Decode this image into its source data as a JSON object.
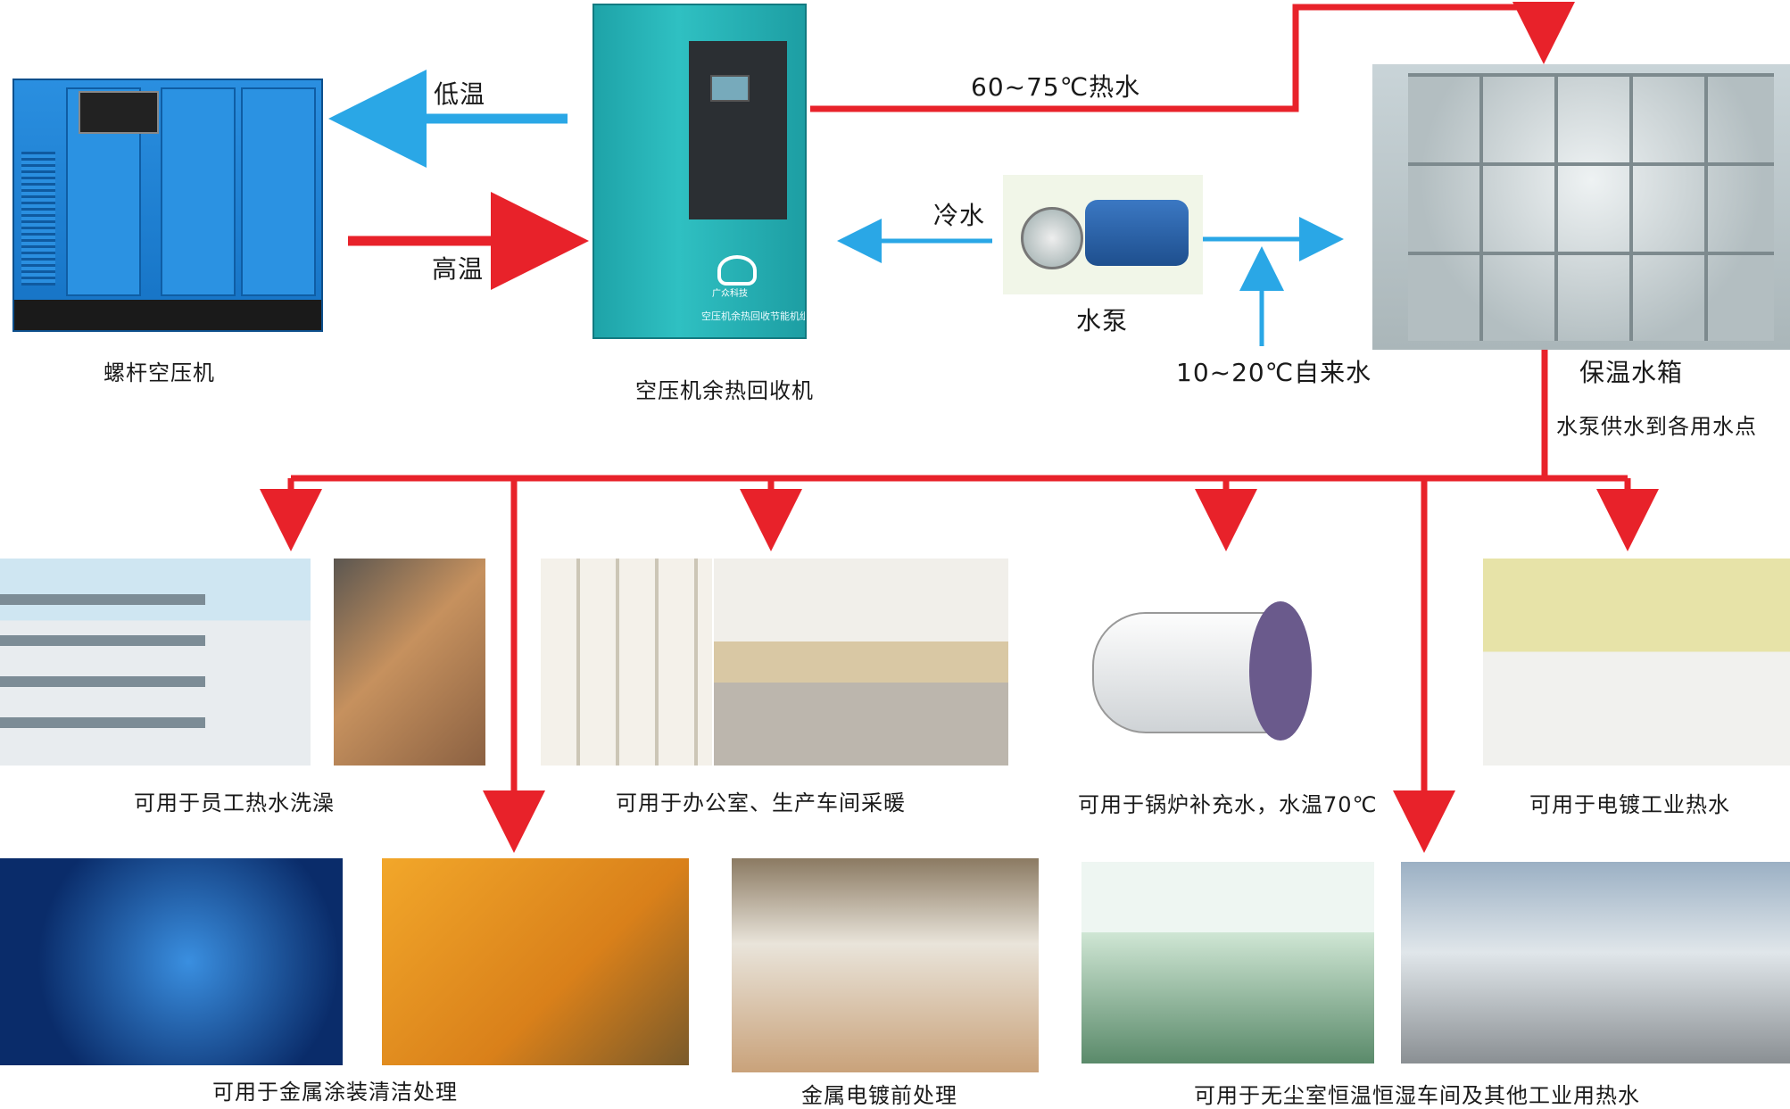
{
  "labels": {
    "compressor": "螺杆空压机",
    "recovery_unit": "空压机余热回收机",
    "recovery_unit_panel": "空压机余热回收节能机组",
    "recovery_brand": "广众科技",
    "low_temp": "低温",
    "high_temp": "高温",
    "hot_water": "60~75℃热水",
    "cold_water": "冷水",
    "pump": "水泵",
    "tap_water": "10~20℃自来水",
    "tank": "保温水箱",
    "supply": "水泵供水到各用水点"
  },
  "uses": {
    "shower": "可用于员工热水洗澡",
    "heating": "可用于办公室、生产车间采暖",
    "boiler": "可用于锅炉补充水，水温70℃",
    "plating": "可用于电镀工业热水",
    "coating": "可用于金属涂装清洁处理",
    "pretreat": "金属电镀前处理",
    "cleanroom": "可用于无尘室恒温恒湿车间及其他工业用热水"
  },
  "colors": {
    "hot_line": "#e8222a",
    "cold_line": "#2aa7e6"
  }
}
